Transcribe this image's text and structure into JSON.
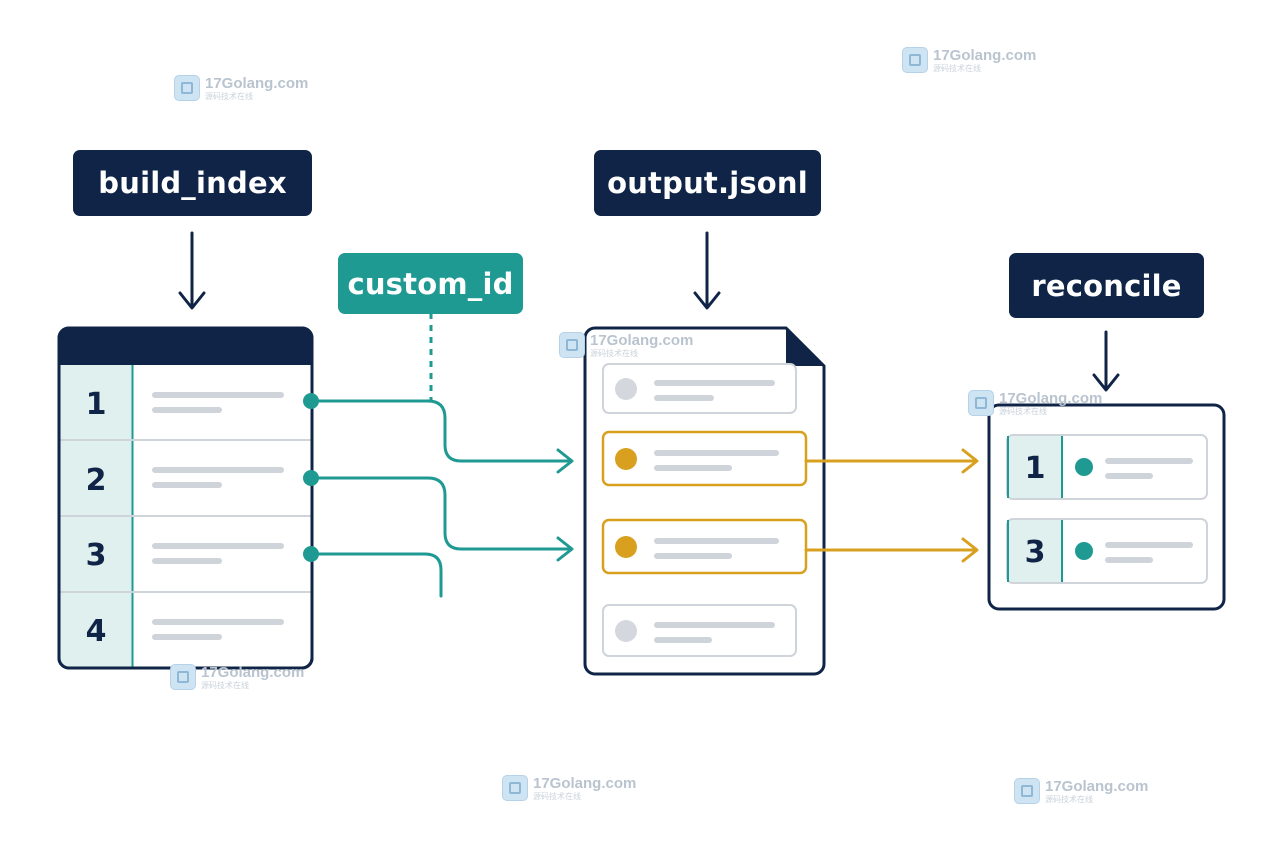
{
  "labels": {
    "build_index": "build_index",
    "output_jsonl": "output.jsonl",
    "custom_id": "custom_id",
    "reconcile": "reconcile"
  },
  "index_table": {
    "rows": [
      "1",
      "2",
      "3",
      "4"
    ]
  },
  "reconcile_table": {
    "rows": [
      "1",
      "3"
    ]
  },
  "output_records": [
    {
      "status": "unmatched"
    },
    {
      "status": "matched"
    },
    {
      "status": "matched"
    },
    {
      "status": "unmatched"
    }
  ],
  "watermark": {
    "domain": "17Golang.com",
    "sub": "源码技术在线"
  },
  "colors": {
    "navy": "#0f2447",
    "teal": "#1f9a93",
    "gold": "#d9a020",
    "light_teal": "#dff0ee",
    "line_gray": "#cfd3da"
  }
}
